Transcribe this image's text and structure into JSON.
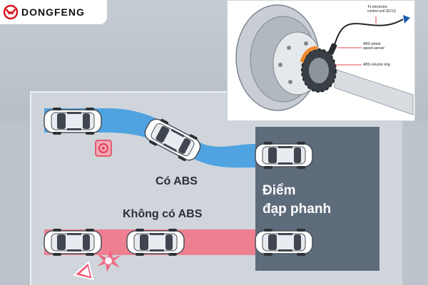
{
  "brand": {
    "name": "DONGFENG"
  },
  "labels": {
    "with_abs": "Có ABS",
    "without_abs": "Không có ABS",
    "brake_point_line1": "Điểm",
    "brake_point_line2": "đạp phanh"
  },
  "inset": {
    "ecu_line1": "To electronic",
    "ecu_line2": "control unit (ECU)",
    "sensor_line1": "ABS wheel",
    "sensor_line2": "speed sensor",
    "reluctor": "ABS reluctor ring"
  },
  "colors": {
    "abs_path": "#4fa3e0",
    "no_abs_path": "#ee7f91",
    "brake_zone": "#5d6b7b",
    "brand_red": "#d7141e"
  }
}
